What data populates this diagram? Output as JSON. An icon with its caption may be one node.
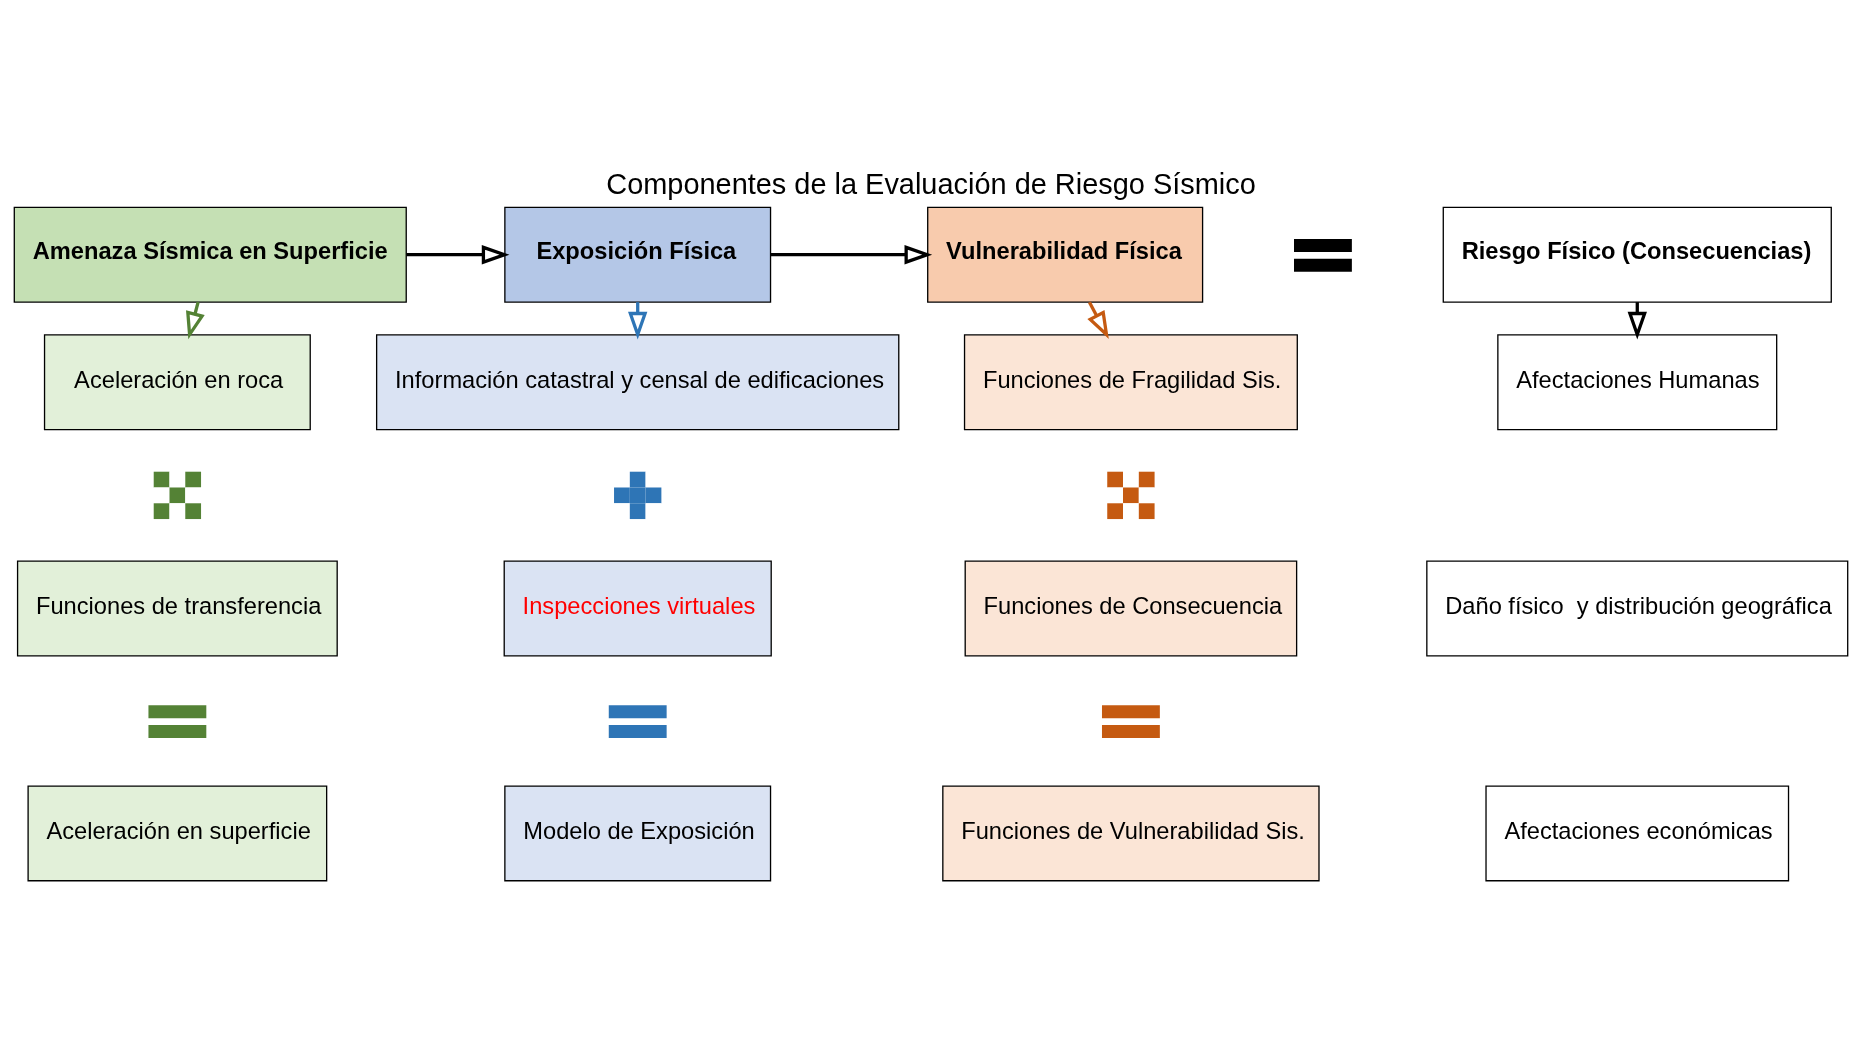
{
  "diagram": {
    "title": "Componentes de la Evaluación de Riesgo Sísmico",
    "nodes": [
      {
        "text": [
          "Amenaza Sísmica en Superficie"
        ]
      },
      {
        "text": [
          "Exposición Física"
        ]
      },
      {
        "text": [
          "Vulnerabilidad Física"
        ]
      },
      {
        "text": [
          "Riesgo Físico (Consecuencias)"
        ]
      },
      {
        "text": [
          "Aceleración en roca"
        ]
      },
      {
        "text": [
          "Información catastral y censal de edificaciones"
        ]
      },
      {
        "text": [
          "Funciones de Fragilidad Sis."
        ]
      },
      {
        "text": [
          "Afectaciones Humanas"
        ]
      },
      {
        "text": [
          "Funciones de transferencia"
        ]
      },
      {
        "text": [
          "Inspecciones virtuales"
        ]
      },
      {
        "text": [
          "Funciones de Consecuencia"
        ]
      },
      {
        "text": [
          "Daño físico  y distribución geográfica"
        ]
      },
      {
        "text": [
          "Aceleración en superficie"
        ]
      },
      {
        "text": [
          "Modelo de Exposición"
        ]
      },
      {
        "text": [
          "Funciones de Vulnerabilidad Sis."
        ]
      },
      {
        "text": [
          "Afectaciones económicas"
        ]
      },
      {
        "text": [],
        "shape": "cross"
      },
      {
        "text": [],
        "shape": "equals"
      },
      {
        "text": [],
        "shape": "plus"
      },
      {
        "text": [],
        "shape": "equals"
      },
      {
        "text": [],
        "shape": "cross"
      },
      {
        "text": [],
        "shape": "equals"
      },
      {
        "text": [],
        "shape": "equals"
      }
    ],
    "edges": [
      {
        "from": 0,
        "to": 1,
        "arrow": "to"
      },
      {
        "from": 1,
        "to": 2,
        "arrow": "to"
      },
      {
        "from": 0,
        "to": 4,
        "arrow": "to",
        "color": "#548235"
      },
      {
        "from": 1,
        "to": 5,
        "arrow": "to",
        "color": "#2e75b6"
      },
      {
        "from": 2,
        "to": 6,
        "arrow": "to",
        "color": "#c55a11"
      },
      {
        "from": 3,
        "to": 7,
        "arrow": "to"
      }
    ]
  }
}
